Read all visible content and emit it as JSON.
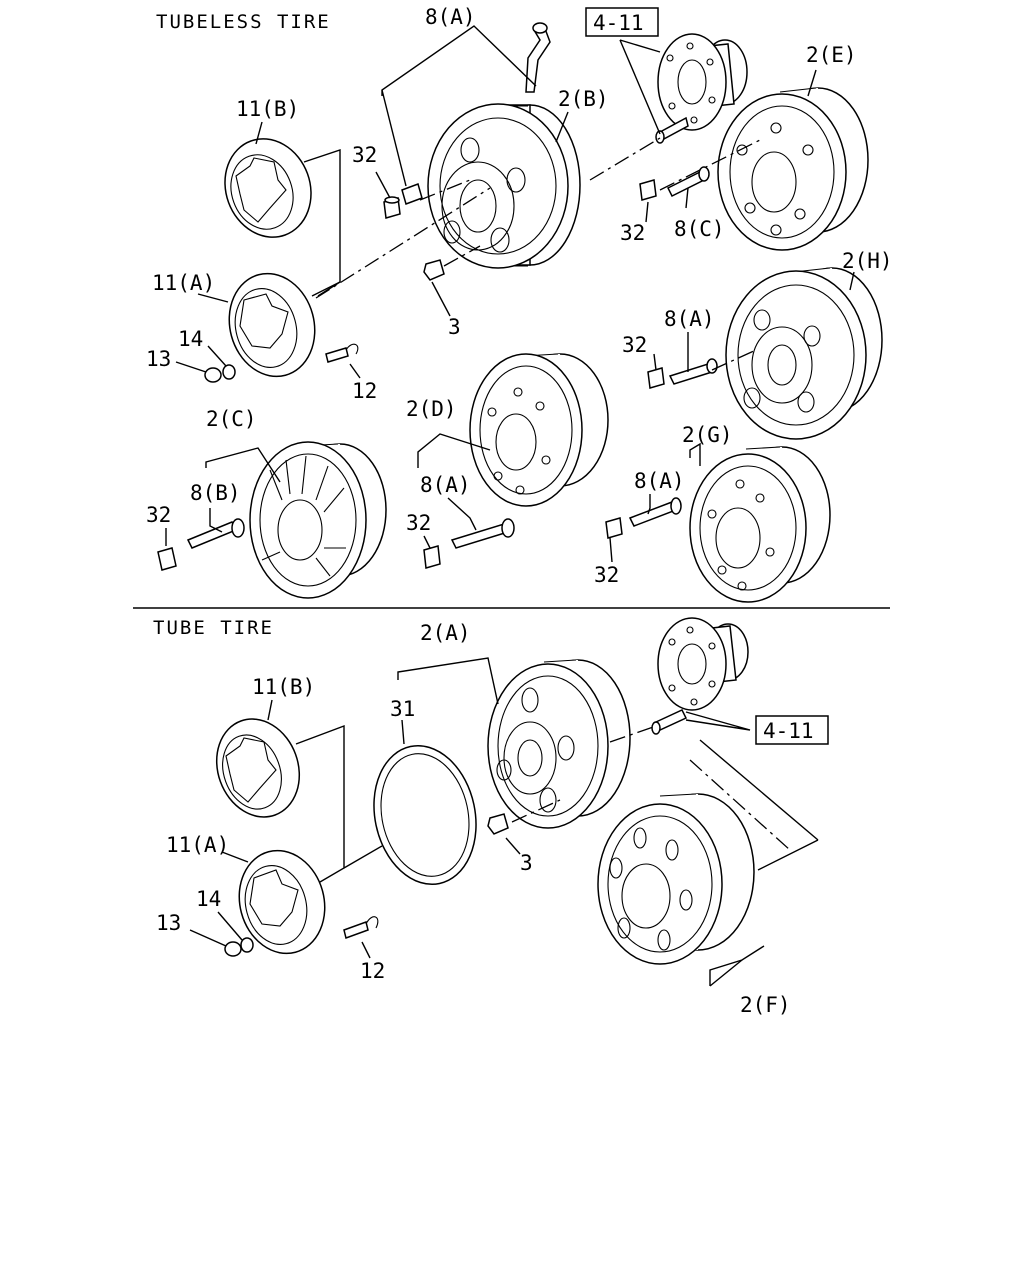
{
  "sections": {
    "tubeless": "TUBELESS TIRE",
    "tube": "TUBE TIRE"
  },
  "refs": {
    "top": "4-11",
    "bottom": "4-11"
  },
  "labels": {
    "l_8A_top": "8(A)",
    "l_2E": "2(E)",
    "l_11B_top": "11(B)",
    "l_2B": "2(B)",
    "l_32_a": "32",
    "l_32_b": "32",
    "l_8C": "8(C)",
    "l_2H": "2(H)",
    "l_11A_top": "11(A)",
    "l_3_top": "3",
    "l_8A_right": "8(A)",
    "l_32_c": "32",
    "l_14_top": "14",
    "l_13_top": "13",
    "l_12_top": "12",
    "l_2C": "2(C)",
    "l_2D": "2(D)",
    "l_2G": "2(G)",
    "l_8B": "8(B)",
    "l_8A_mid": "8(A)",
    "l_8A_low": "8(A)",
    "l_32_d": "32",
    "l_32_e": "32",
    "l_32_f": "32",
    "l_2A": "2(A)",
    "l_11B_bot": "11(B)",
    "l_31": "31",
    "l_11A_bot": "11(A)",
    "l_14_bot": "14",
    "l_13_bot": "13",
    "l_3_bot": "3",
    "l_12_bot": "12",
    "l_2F": "2(F)"
  }
}
